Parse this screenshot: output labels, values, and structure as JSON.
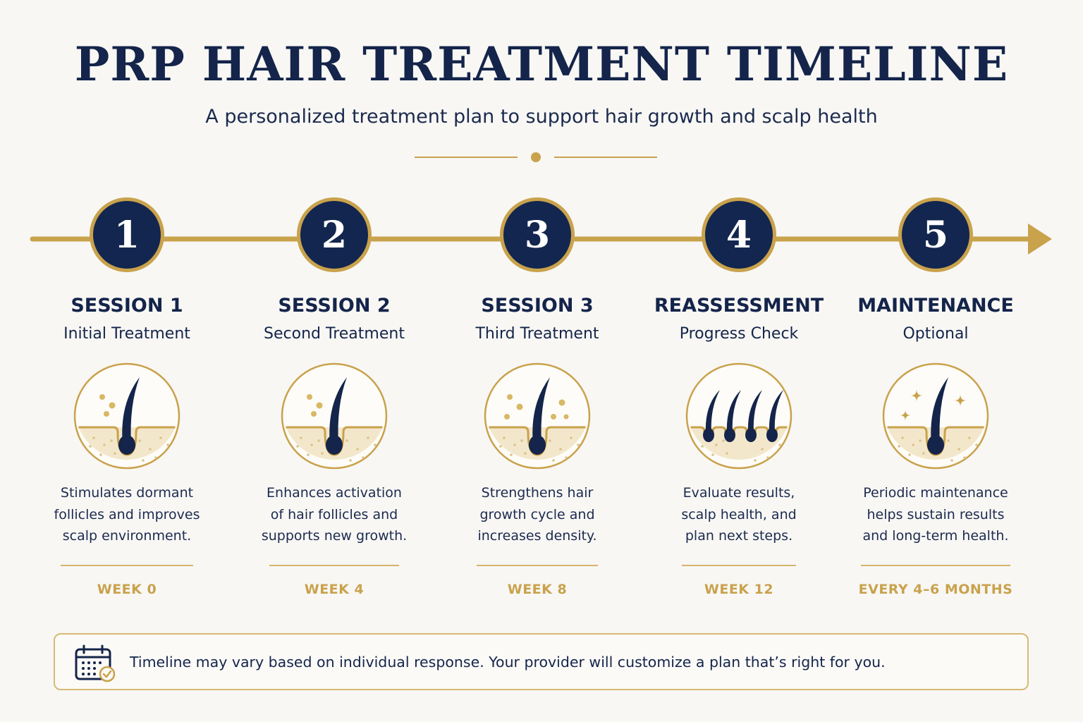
{
  "header": {
    "title": "PRP HAIR TREATMENT TIMELINE",
    "subtitle": "A personalized treatment plan to support hair growth and scalp health"
  },
  "colors": {
    "navy": "#12264f",
    "gold": "#c9a24c",
    "background": "#f8f7f4"
  },
  "steps": [
    {
      "number": "1",
      "title": "SESSION 1",
      "subtitle": "Initial Treatment",
      "icon": "single-hair-follicle-icon",
      "description": [
        "Stimulates dormant",
        "follicles and improves",
        "scalp environment."
      ],
      "timing": "WEEK 0"
    },
    {
      "number": "2",
      "title": "SESSION 2",
      "subtitle": "Second Treatment",
      "icon": "single-hair-follicle-icon",
      "description": [
        "Enhances activation",
        "of hair follicles and",
        "supports new growth."
      ],
      "timing": "WEEK 4"
    },
    {
      "number": "3",
      "title": "SESSION 3",
      "subtitle": "Third Treatment",
      "icon": "single-hair-follicle-icon",
      "description": [
        "Strengthens hair",
        "growth cycle and",
        "increases density."
      ],
      "timing": "WEEK 8"
    },
    {
      "number": "4",
      "title": "REASSESSMENT",
      "subtitle": "Progress Check",
      "icon": "multiple-hair-follicles-icon",
      "description": [
        "Evaluate results,",
        "scalp health, and",
        "plan next steps."
      ],
      "timing": "WEEK 12"
    },
    {
      "number": "5",
      "title": "MAINTENANCE",
      "subtitle": "Optional",
      "icon": "sparkle-hair-follicle-icon",
      "description": [
        "Periodic maintenance",
        "helps sustain results",
        "and long-term health."
      ],
      "timing": "EVERY 4–6 MONTHS"
    }
  ],
  "note": {
    "icon": "calendar-check-icon",
    "text": "Timeline may vary based on individual response. Your provider will customize a plan that’s right for you."
  }
}
